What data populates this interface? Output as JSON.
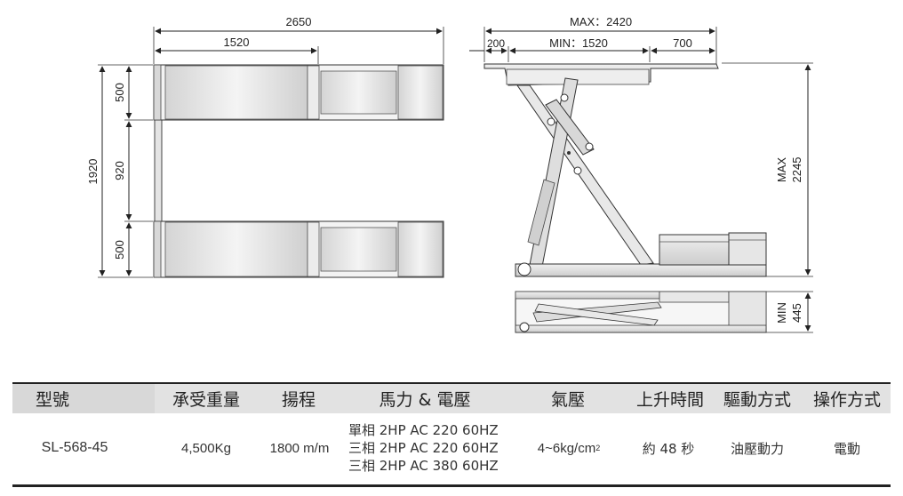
{
  "drawing": {
    "top_view": {
      "overall_length": "2650",
      "platform_length": "1520",
      "overall_width": "1920",
      "platform_width_top": "500",
      "gap_width": "920",
      "platform_width_bottom": "500"
    },
    "side_view": {
      "max_length": "MAX：2420",
      "min_length": "MIN：1520",
      "left_extension": "200",
      "right_extension": "700",
      "max_height_label": "MAX",
      "max_height_value": "2245",
      "min_height_label": "MIN",
      "min_height_value": "445"
    }
  },
  "spec_table": {
    "headers": [
      "型號",
      "承受重量",
      "揚程",
      "馬力 & 電壓",
      "氣壓",
      "上升時間",
      "驅動方式",
      "操作方式"
    ],
    "row": {
      "model": "SL-568-45",
      "capacity": "4,500Kg",
      "lift_height": "1800 m/m",
      "power_lines": [
        "單相 2HP AC 220 60HZ",
        "三相 2HP AC 220 60HZ",
        "三相 2HP AC 380 60HZ"
      ],
      "air_pressure": "4~6kg/cm",
      "air_pressure_sup": "2",
      "rise_time": "約 48 秒",
      "drive": "油壓動力",
      "operation": "電動"
    }
  }
}
